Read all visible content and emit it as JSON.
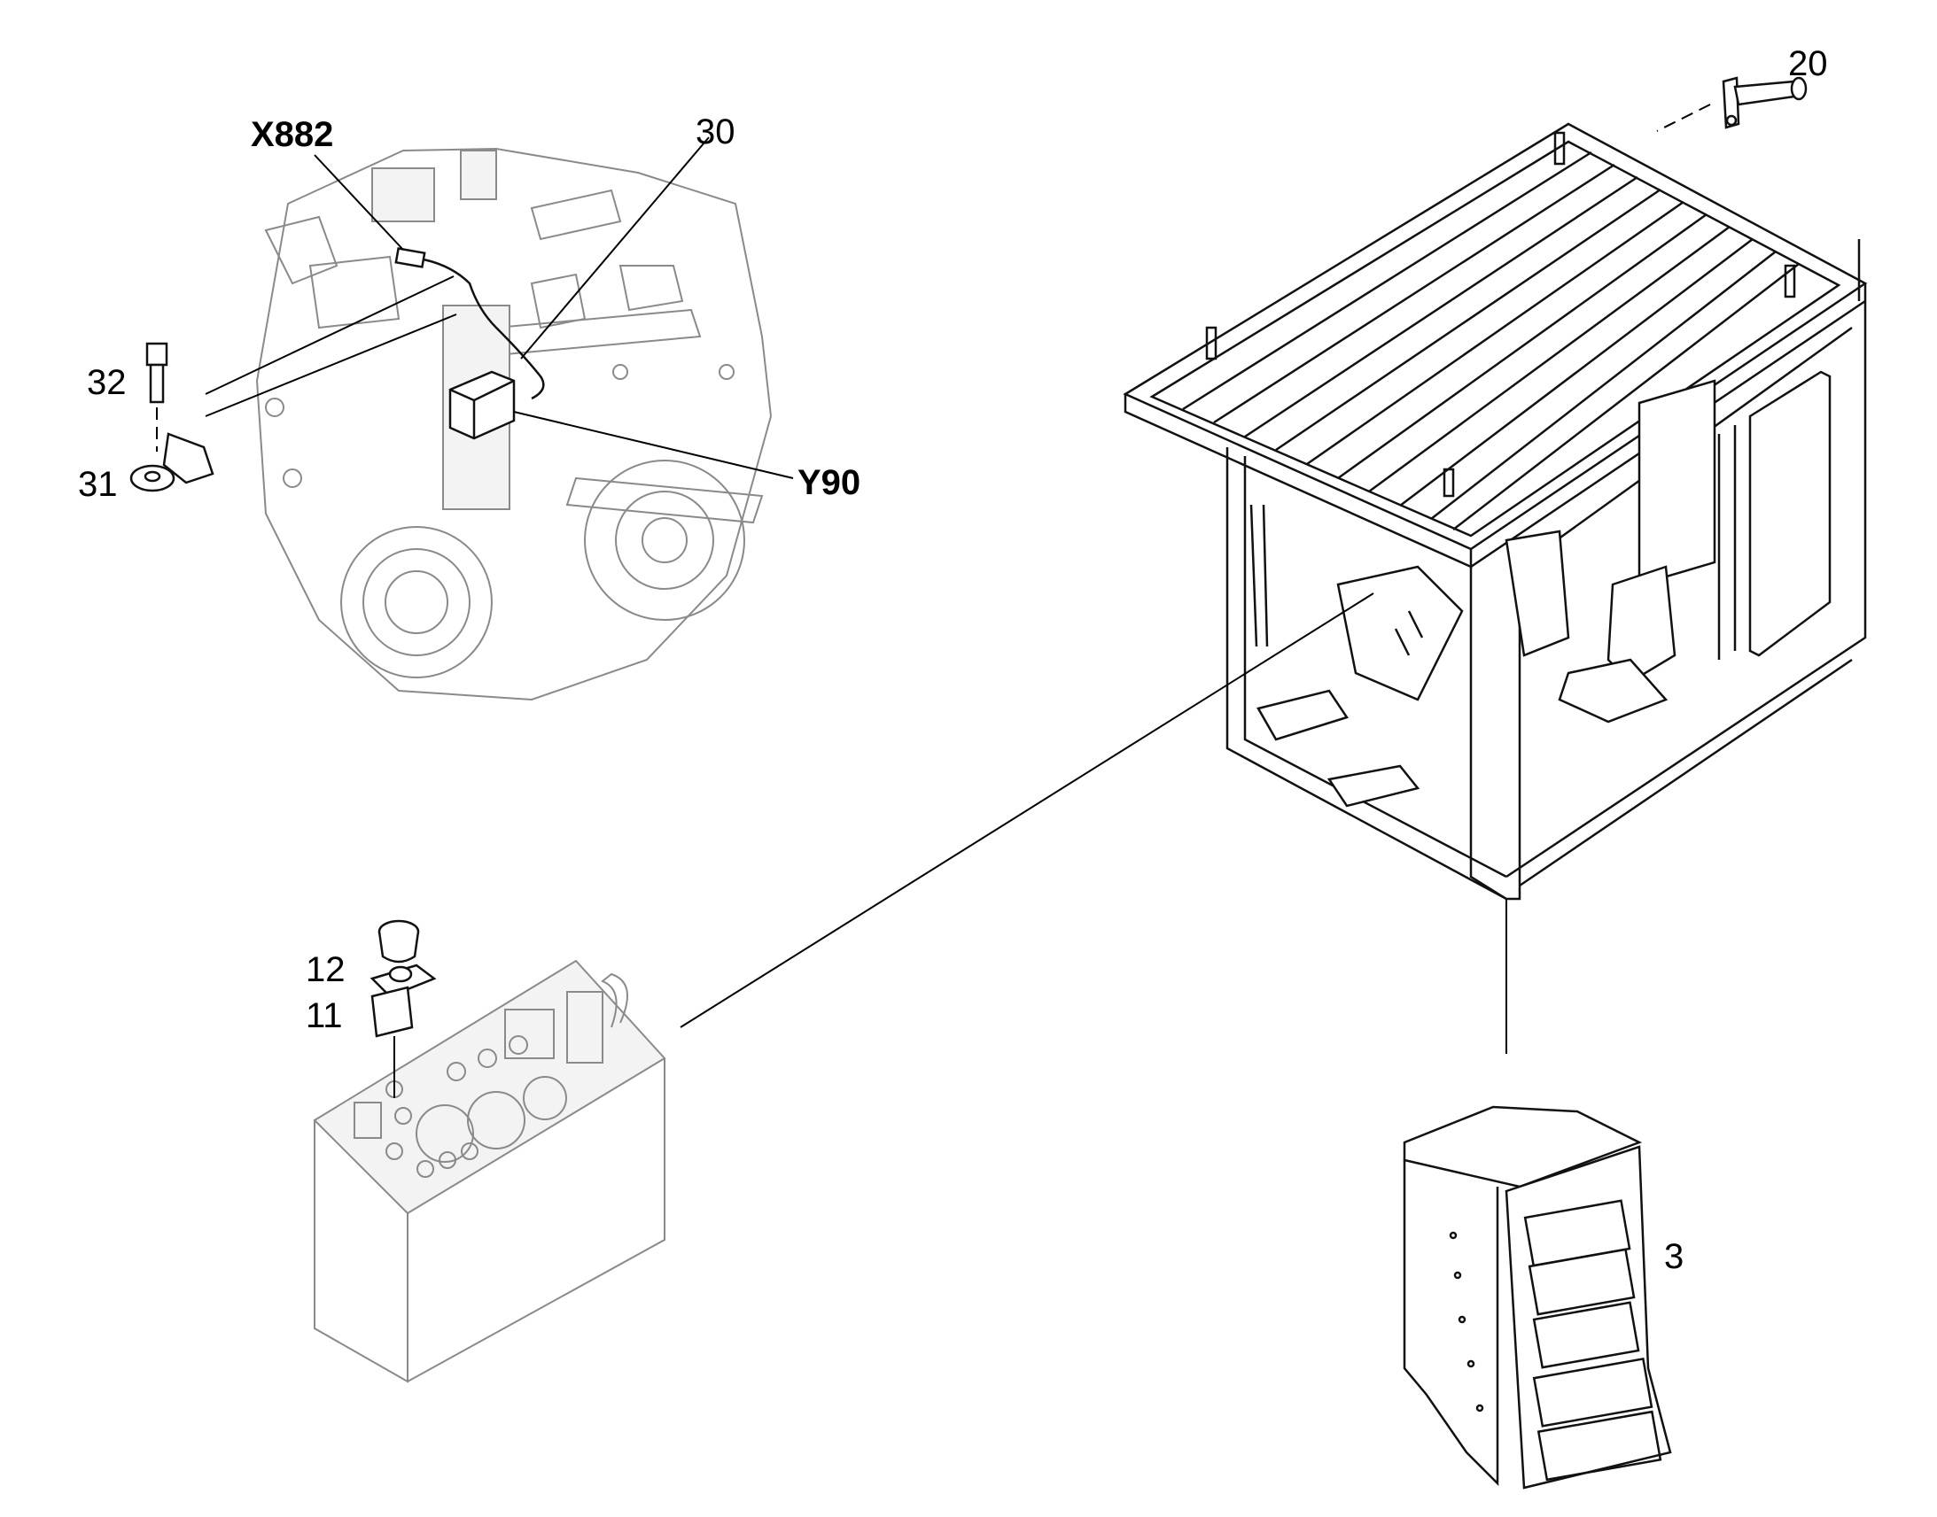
{
  "labels": {
    "x882": "X882",
    "n30": "30",
    "n32": "32",
    "n31": "31",
    "y90": "Y90",
    "n20": "20",
    "n12": "12",
    "n11": "11",
    "n3": "3"
  }
}
